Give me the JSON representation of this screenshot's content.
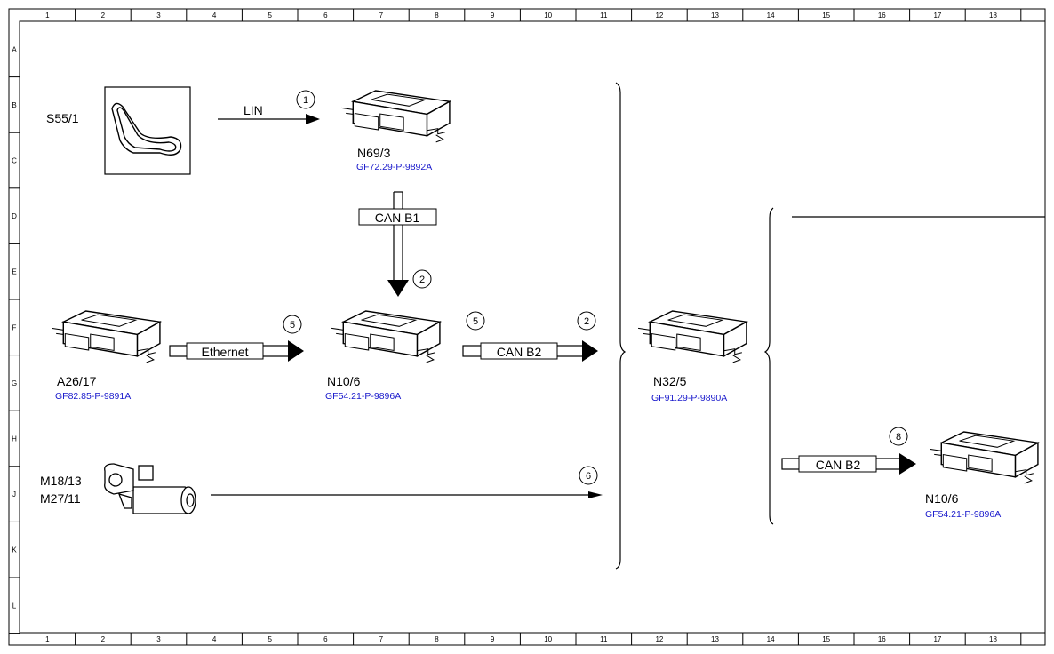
{
  "grid": {
    "columns": [
      "1",
      "2",
      "3",
      "4",
      "5",
      "6",
      "7",
      "8",
      "9",
      "10",
      "11",
      "12",
      "13",
      "14",
      "15",
      "16",
      "17",
      "18"
    ],
    "rows": [
      "A",
      "B",
      "C",
      "D",
      "E",
      "F",
      "G",
      "H",
      "J",
      "K",
      "L"
    ]
  },
  "components": {
    "s55_1": {
      "label": "S55/1"
    },
    "n69_3": {
      "label": "N69/3",
      "ref": "GF72.29-P-9892A"
    },
    "a26_17": {
      "label": "A26/17",
      "ref": "GF82.85-P-9891A"
    },
    "n10_6_main": {
      "label": "N10/6",
      "ref": "GF54.21-P-9896A"
    },
    "n32_5": {
      "label": "N32/5",
      "ref": "GF91.29-P-9890A"
    },
    "m18_13": {
      "label1": "M18/13",
      "label2": "M27/11"
    },
    "n10_6_right": {
      "label": "N10/6",
      "ref": "GF54.21-P-9896A"
    }
  },
  "connections": {
    "lin": {
      "label": "LIN",
      "step": "1"
    },
    "can_b1": {
      "label": "CAN B1",
      "step": "2"
    },
    "ethernet": {
      "label": "Ethernet",
      "step": "5"
    },
    "can_b2_main": {
      "label": "CAN B2",
      "step_left": "5",
      "step_right": "2"
    },
    "motor_line": {
      "step": "6"
    },
    "can_b2_right": {
      "label": "CAN B2",
      "step": "8"
    }
  }
}
